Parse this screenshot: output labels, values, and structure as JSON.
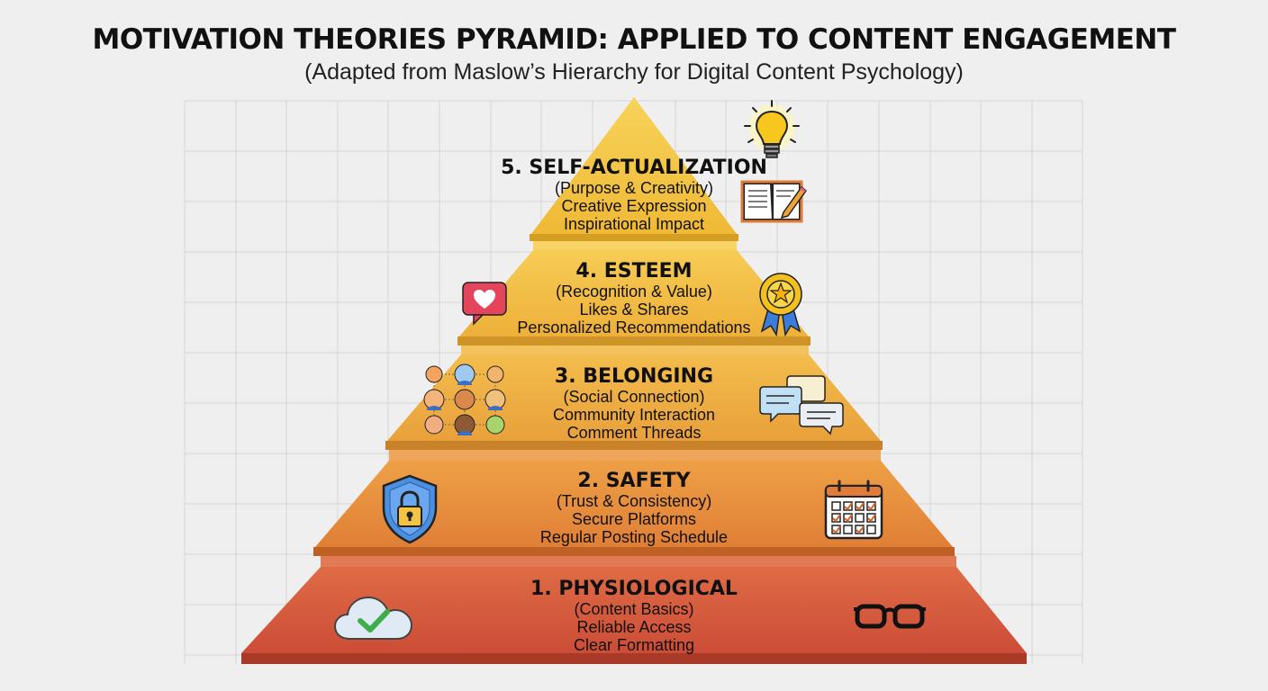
{
  "header": {
    "title": "MOTIVATION THEORIES PYRAMID: APPLIED TO CONTENT ENGAGEMENT",
    "subtitle": "(Adapted from Maslow’s Hierarchy for Digital Content Psychology)"
  },
  "tiers": [
    {
      "title": "5. SELF-ACTUALIZATION",
      "subtitle": "(Purpose & Creativity)",
      "lines": [
        "Creative Expression",
        "Inspirational Impact"
      ],
      "color": "#f3c23a",
      "icons": [
        "lightbulb-icon",
        "book-pencil-icon"
      ]
    },
    {
      "title": "4. ESTEEM",
      "subtitle": "(Recognition & Value)",
      "lines": [
        "Likes & Shares",
        "Personalized Recommendations"
      ],
      "color": "#f1b93d",
      "icons": [
        "heart-chat-icon",
        "award-ribbon-icon"
      ]
    },
    {
      "title": "3. BELONGING",
      "subtitle": "(Social Connection)",
      "lines": [
        "Community Interaction",
        "Comment Threads"
      ],
      "color": "#eda83e",
      "icons": [
        "people-network-icon",
        "chat-bubbles-icon"
      ]
    },
    {
      "title": "2. SAFETY",
      "subtitle": "(Trust & Consistency)",
      "lines": [
        "Secure Platforms",
        "Regular Posting Schedule"
      ],
      "color": "#e48a3a",
      "icons": [
        "shield-lock-icon",
        "calendar-checklist-icon"
      ]
    },
    {
      "title": "1. PHYSIOLOGICAL",
      "subtitle": "(Content Basics)",
      "lines": [
        "Reliable Access",
        "Clear Formatting"
      ],
      "color": "#d55a3e",
      "icons": [
        "cloud-check-icon",
        "glasses-icon"
      ]
    }
  ]
}
